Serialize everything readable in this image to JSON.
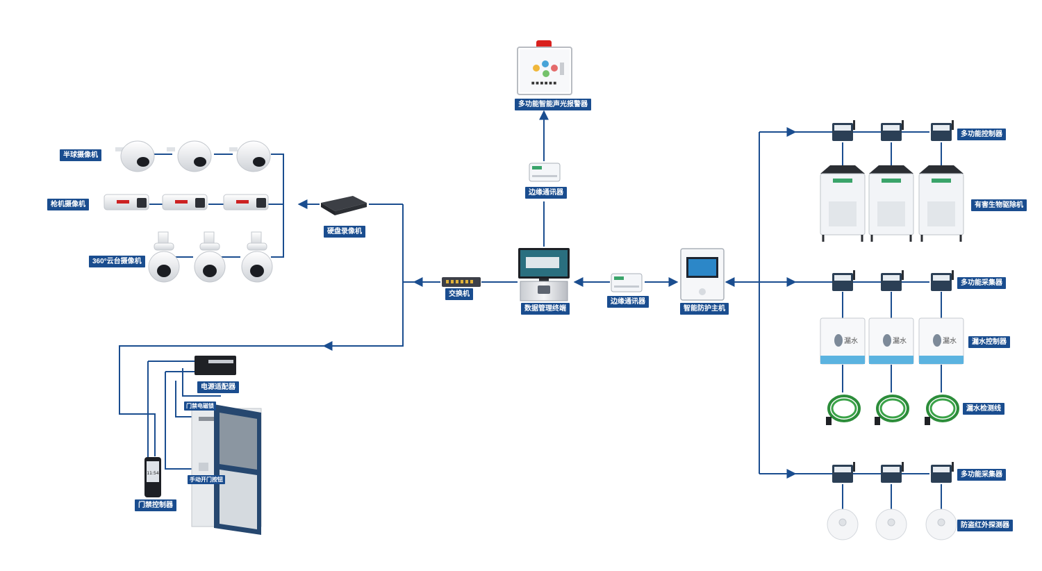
{
  "diagram": {
    "title": "",
    "line_color": "#1a4d8f",
    "nodes": {
      "alarm": "多功能智能声光报警器",
      "edge_comm_top": "边缘通讯器",
      "data_terminal": "数据管理终端",
      "edge_comm_mid": "边缘通讯器",
      "host": "智能防护主机",
      "switch": "交换机",
      "nvr": "硬盘录像机",
      "dome_cam": "半球摄像机",
      "bullet_cam": "枪机摄像机",
      "ptz_cam": "360°云台摄像机",
      "power_adapter": "电源适配器",
      "em_lock": "门禁电磁锁",
      "manual_btn": "手动开门按钮",
      "access_ctrl": "门禁控制器",
      "multi_ctrl": "多功能控制器",
      "pest_remover": "有害生物驱除机",
      "multi_collector_1": "多功能采集器",
      "leak_ctrl": "漏水控制器",
      "leak_line": "漏水检测线",
      "multi_collector_2": "多功能采集器",
      "ir_detector": "防盗红外探测器"
    },
    "device_text": {
      "leak_ctrl_face": "漏水",
      "ptz_face_time": "11:54"
    }
  }
}
